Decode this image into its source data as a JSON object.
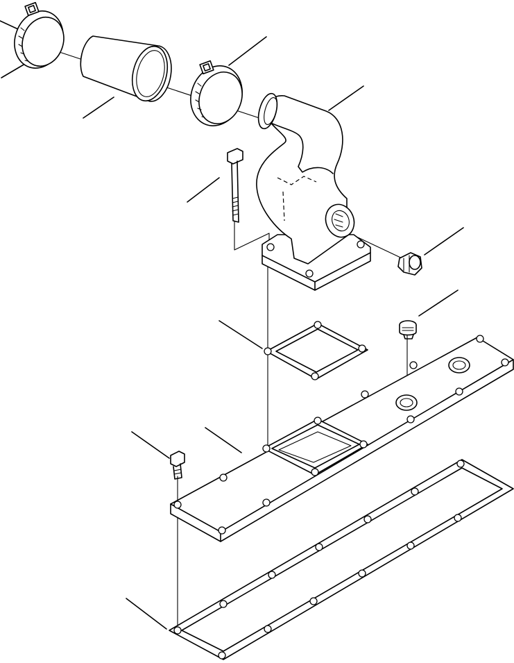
{
  "diagram": {
    "parts": [
      "hose-clamp-upper-left",
      "connector-hose",
      "hose-clamp-middle",
      "intake-elbow",
      "long-bolt",
      "pipe-plug",
      "elbow-gasket",
      "small-plug",
      "intake-cover-plate",
      "short-bolt",
      "cover-gasket"
    ],
    "callout_count": 11
  }
}
